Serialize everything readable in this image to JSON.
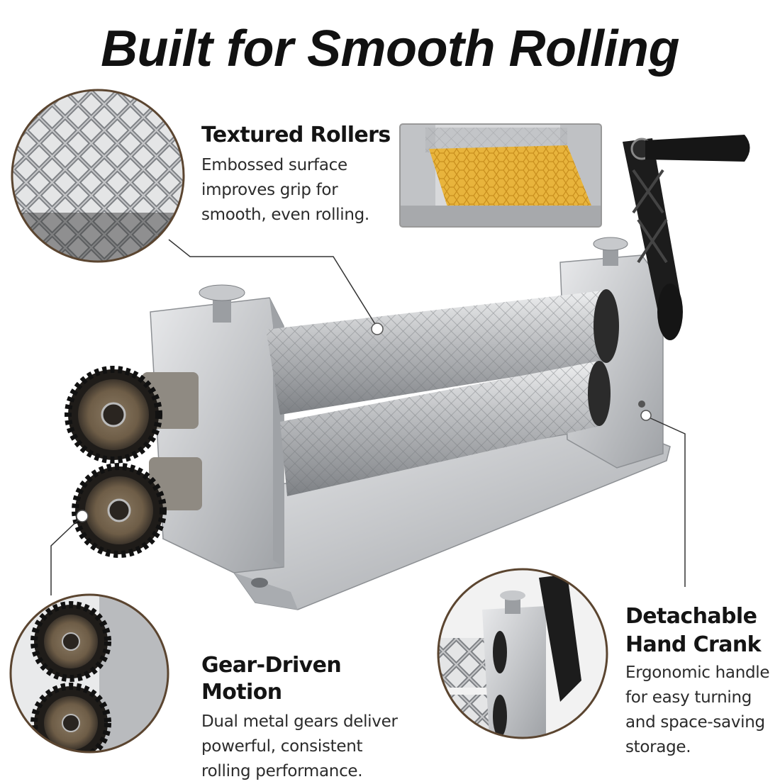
{
  "headline": "Built for Smooth Rolling",
  "features": {
    "textured_rollers": {
      "title": "Textured Rollers",
      "line1": "Embossed surface",
      "line2": "improves grip for",
      "line3": "smooth, even rolling."
    },
    "gear_driven": {
      "title": "Gear-Driven Motion",
      "line1": "Dual metal gears deliver",
      "line2": "powerful, consistent",
      "line3": "rolling performance."
    },
    "hand_crank": {
      "title_line1": "Detachable",
      "title_line2": "Hand Crank",
      "line1": "Ergonomic handle",
      "line2": "for easy turning",
      "line3": "and space-saving",
      "line4": "storage."
    }
  },
  "colors": {
    "frame_border": "#5b4530",
    "aluminum": "#c9cbce",
    "roller": "#b8babd",
    "gear": "#2a2622",
    "crank": "#1c1c1c",
    "wax_sheet": "#e8b43c"
  }
}
